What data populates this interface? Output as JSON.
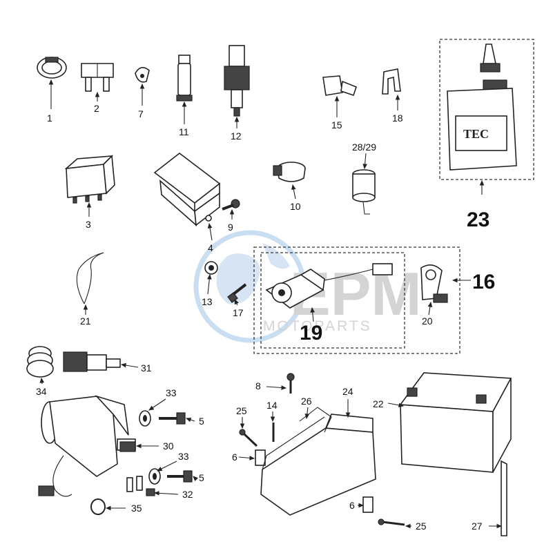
{
  "watermark": {
    "brand_text": "EPM",
    "sub_text": "MOTOPARTS",
    "colors": {
      "globe": "#b9d3ee",
      "text": "#c6c6c6"
    }
  },
  "callouts": {
    "c1": "1",
    "c2": "2",
    "c7": "7",
    "c11": "11",
    "c12": "12",
    "c15": "15",
    "c18": "18",
    "c3": "3",
    "c4": "4",
    "c9": "9",
    "c10": "10",
    "c28_29": "28/29",
    "c21": "21",
    "c13": "13",
    "c17": "17",
    "c20": "20",
    "c31": "31",
    "c34": "34",
    "c8": "8",
    "c24": "24",
    "c22": "22",
    "c33a": "33",
    "c5a": "5",
    "c25a": "25",
    "c14": "14",
    "c26": "26",
    "c30": "30",
    "c6a": "6",
    "c33b": "33",
    "c5b": "5",
    "c32": "32",
    "c35": "35",
    "c6b": "6",
    "c25b": "25",
    "c27": "27"
  },
  "groups": {
    "g23": "23",
    "g19": "19",
    "g16": "16"
  },
  "oil_bottle_label": "TEC"
}
